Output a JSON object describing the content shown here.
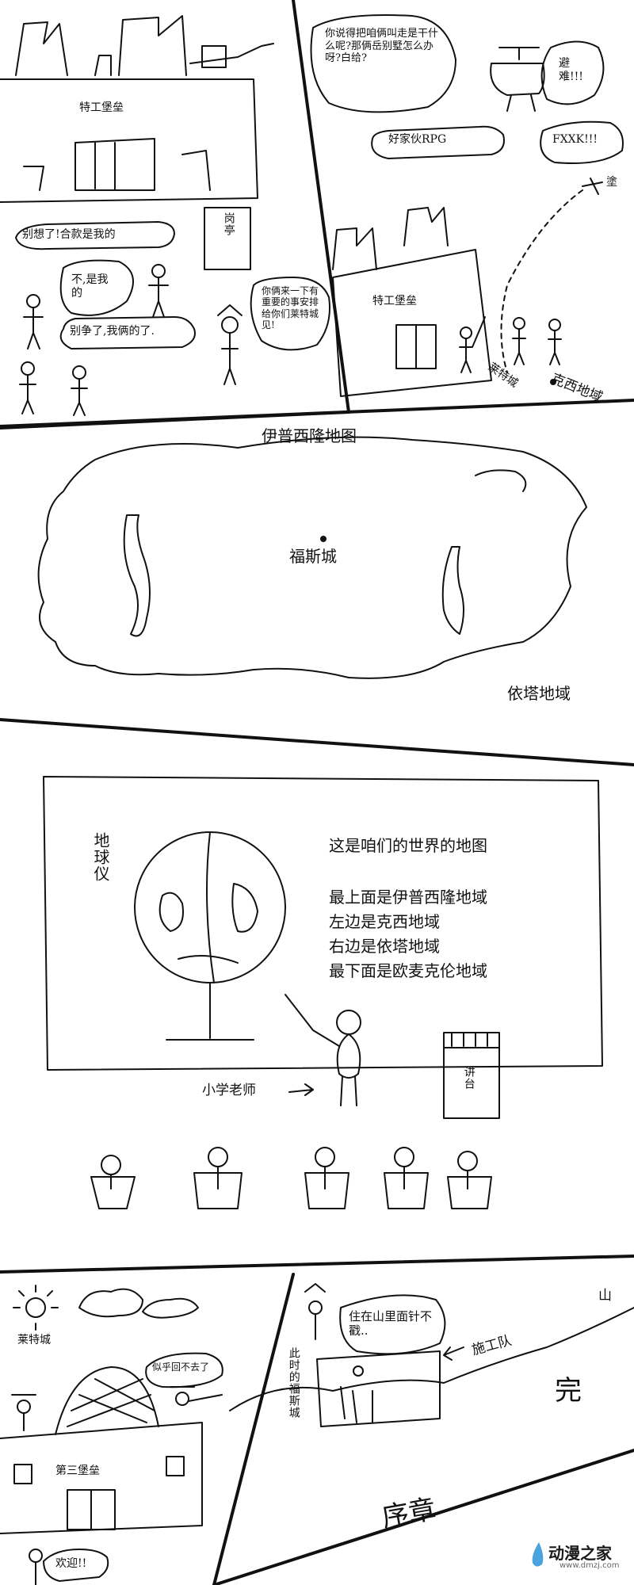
{
  "panel1": {
    "fortress_sign": "特工堡垒",
    "kiosk_sign": "岗亭",
    "bubble_dont_think": "别想了!合款是我的",
    "bubble_no_mine": "不,是我的",
    "bubble_stop_fighting": "别争了,我俩的了.",
    "bubble_come_here": "你俩来一下有重要的事安排给你们莱特城见!"
  },
  "panel2": {
    "bubble_question": "你说得把咱俩叫走是干什么呢?那俩岳别墅怎么办呀?白给?",
    "bubble_flee": "避难!!!",
    "bubble_rpg": "好家伙RPG",
    "bubble_fxxk": "FXXK!!!",
    "label_tu": "塗",
    "fortress_sign": "特工堡垒"
  },
  "panel3": {
    "map_title": "伊普西隆地图",
    "city_label": "福斯城",
    "region_right": "依塔地域",
    "region_top_left": "莱特城",
    "region_top_right": "克西地域"
  },
  "panel4": {
    "globe_label": "地球仪",
    "board_lines": [
      "这是咱们的世界的地图",
      "",
      "最上面是伊普西隆地域",
      "左边是克西地域",
      "右边是依塔地域",
      "最下面是欧麦克伦地域"
    ],
    "teacher_label": "小学老师",
    "podium_label": "讲台"
  },
  "panel5": {
    "city_label": "莱特城",
    "bubble_cant_go_back": "似乎回不去了",
    "fortress_sign": "第三堡垒",
    "bubble_welcome": "欢迎!!"
  },
  "panel6": {
    "bubble_living": "住在山里面针不戳..",
    "label_team": "施工队",
    "label_mountain": "山",
    "vertical_caption": "此时的福斯城",
    "end_text": "完",
    "preface_text": "序章"
  },
  "watermark": {
    "brand": "动漫之家",
    "url": "www.dmzj.com"
  }
}
